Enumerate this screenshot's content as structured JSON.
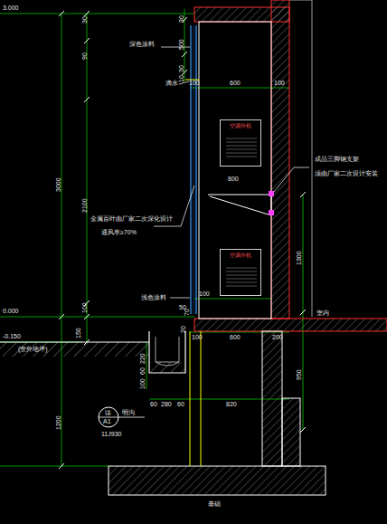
{
  "diagram": {
    "nodes": [
      {
        "text": [
          "空调外机"
        ]
      },
      {
        "text": [
          "空调外机"
        ]
      }
    ],
    "labels": [
      "3.000",
      "3000",
      "30",
      "90",
      "2100",
      "100",
      "0.000",
      "-0.150",
      "(室外地坪)",
      "150",
      "1200",
      "深色涂料",
      "30",
      "500",
      "30",
      "10",
      "滴水",
      "100",
      "600",
      "100",
      "金属百叶由厂家二次深化设计",
      "通风率≥70%",
      "800",
      "成品三脚钢支架",
      "须由厂家二次设计安装",
      "1300",
      "浅色涂料",
      "50",
      "70",
      "20",
      "100",
      "700",
      "100",
      "600",
      "200",
      "220",
      "60",
      "100",
      "60",
      "280",
      "60",
      "820",
      "950",
      "明沟",
      "详",
      "A1",
      "11J930",
      "室内",
      "基础"
    ]
  }
}
